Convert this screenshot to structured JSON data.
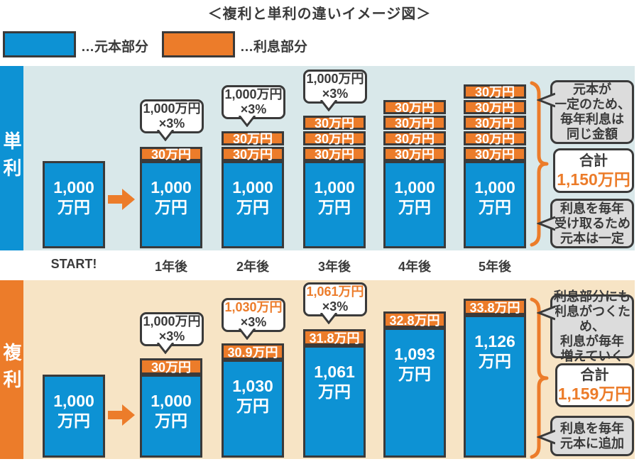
{
  "title": "＜複利と単利の違いイメージ図＞",
  "legend": {
    "principal_label": "…元本部分",
    "interest_label": "…利息部分"
  },
  "colors": {
    "principal_blue": "#0d92d4",
    "interest_orange": "#ec7c2a",
    "simple_bg": "#d9e8ea",
    "compound_bg": "#f7e4c5",
    "note_gray": "#dcdcdc",
    "ink": "#3a3a3a"
  },
  "timeline": [
    "START!",
    "1年後",
    "2年後",
    "3年後",
    "4年後",
    "5年後"
  ],
  "simple": {
    "section_label": "単利",
    "note_top_lines": [
      "元本が",
      "一定のため、",
      "毎年利息は",
      "同じ金額"
    ],
    "total_label": "合計",
    "total_value": "1,150万円",
    "note_bottom_lines": [
      "利息を毎年",
      "受け取るため",
      "元本は一定"
    ]
  },
  "compound": {
    "section_label": "複利",
    "note_top_lines": [
      "利息部分にも",
      "利息がつくため、",
      "利息が毎年",
      "増えていく"
    ],
    "total_label": "合計",
    "total_value": "1,159万円",
    "note_bottom_lines": [
      "利息を毎年",
      "元本に追加"
    ]
  },
  "chart_data": [
    {
      "type": "bar",
      "name": "単利",
      "categories": [
        "START!",
        "1年後",
        "2年後",
        "3年後",
        "4年後",
        "5年後"
      ],
      "unit": "万円",
      "rate": "3%",
      "principal_values": [
        1000,
        1000,
        1000,
        1000,
        1000,
        1000
      ],
      "interest_blocks_per_year": [
        0,
        1,
        2,
        3,
        4,
        5
      ],
      "interest_block_value": 30,
      "interest_block_label": "30万円",
      "principal_labels": [
        [
          "1,000",
          "万円"
        ],
        [
          "1,000",
          "万円"
        ],
        [
          "1,000",
          "万円"
        ],
        [
          "1,000",
          "万円"
        ],
        [
          "1,000",
          "万円"
        ],
        [
          "1,000",
          "万円"
        ]
      ],
      "callouts": [
        null,
        [
          "1,000万円",
          "×3%"
        ],
        [
          "1,000万円",
          "×3%"
        ],
        [
          "1,000万円",
          "×3%"
        ],
        null,
        null
      ],
      "callout_highlight": [
        false,
        false,
        false,
        false,
        false,
        false
      ],
      "total": 1150,
      "ylim": [
        0,
        1200
      ]
    },
    {
      "type": "bar",
      "name": "複利",
      "categories": [
        "START!",
        "1年後",
        "2年後",
        "3年後",
        "4年後",
        "5年後"
      ],
      "unit": "万円",
      "rate": "3%",
      "principal_values": [
        1000,
        1000,
        1030,
        1061,
        1093,
        1126
      ],
      "interest_values": [
        null,
        30,
        30.9,
        31.8,
        32.8,
        33.8
      ],
      "interest_labels": [
        null,
        "30万円",
        "30.9万円",
        "31.8万円",
        "32.8万円",
        "33.8万円"
      ],
      "principal_labels": [
        [
          "1,000",
          "万円"
        ],
        [
          "1,000",
          "万円"
        ],
        [
          "1,030",
          "万円"
        ],
        [
          "1,061",
          "万円"
        ],
        [
          "1,093",
          "万円"
        ],
        [
          "1,126",
          "万円"
        ]
      ],
      "callouts": [
        null,
        [
          "1,000万円",
          "×3%"
        ],
        [
          "1,030万円",
          "×3%"
        ],
        [
          "1,061万円",
          "×3%"
        ],
        null,
        null
      ],
      "callout_highlight": [
        false,
        false,
        true,
        true,
        false,
        false
      ],
      "total": 1159,
      "ylim": [
        0,
        1200
      ]
    }
  ]
}
